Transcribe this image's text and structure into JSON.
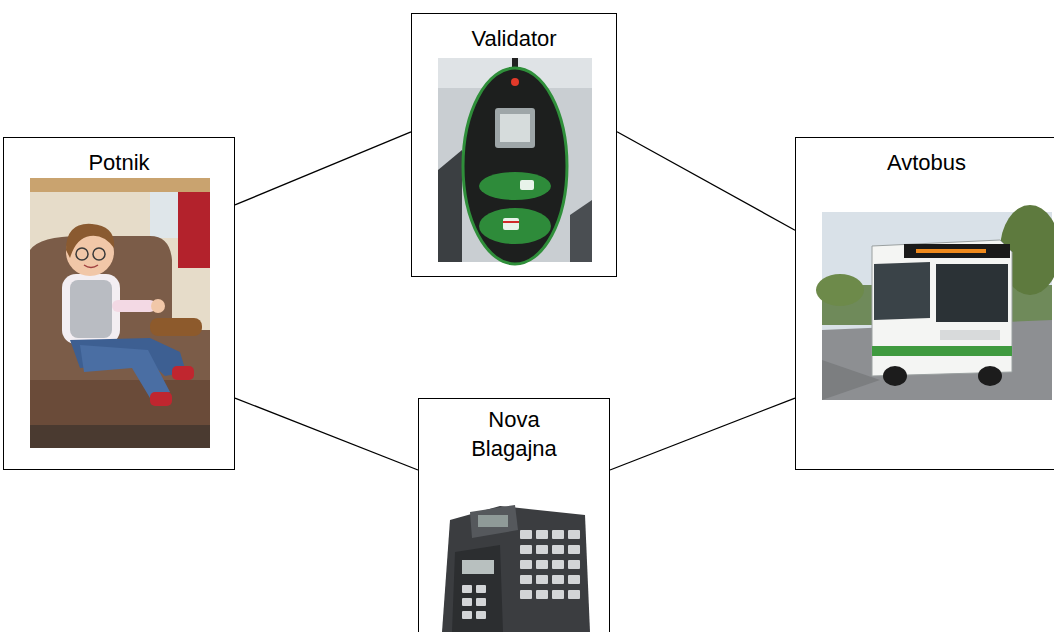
{
  "diagram": {
    "nodes": [
      {
        "text": [
          "Validator"
        ]
      },
      {
        "text": [
          "Potnik"
        ]
      },
      {
        "text": [
          "Avtobus"
        ]
      },
      {
        "text": [
          "Nova Blagajna"
        ]
      }
    ],
    "edges": [
      {
        "from": 1,
        "to": 0,
        "arrow": "none"
      },
      {
        "from": 0,
        "to": 2,
        "arrow": "none"
      },
      {
        "from": 1,
        "to": 3,
        "arrow": "none"
      },
      {
        "from": 3,
        "to": 2,
        "arrow": "none"
      }
    ]
  }
}
